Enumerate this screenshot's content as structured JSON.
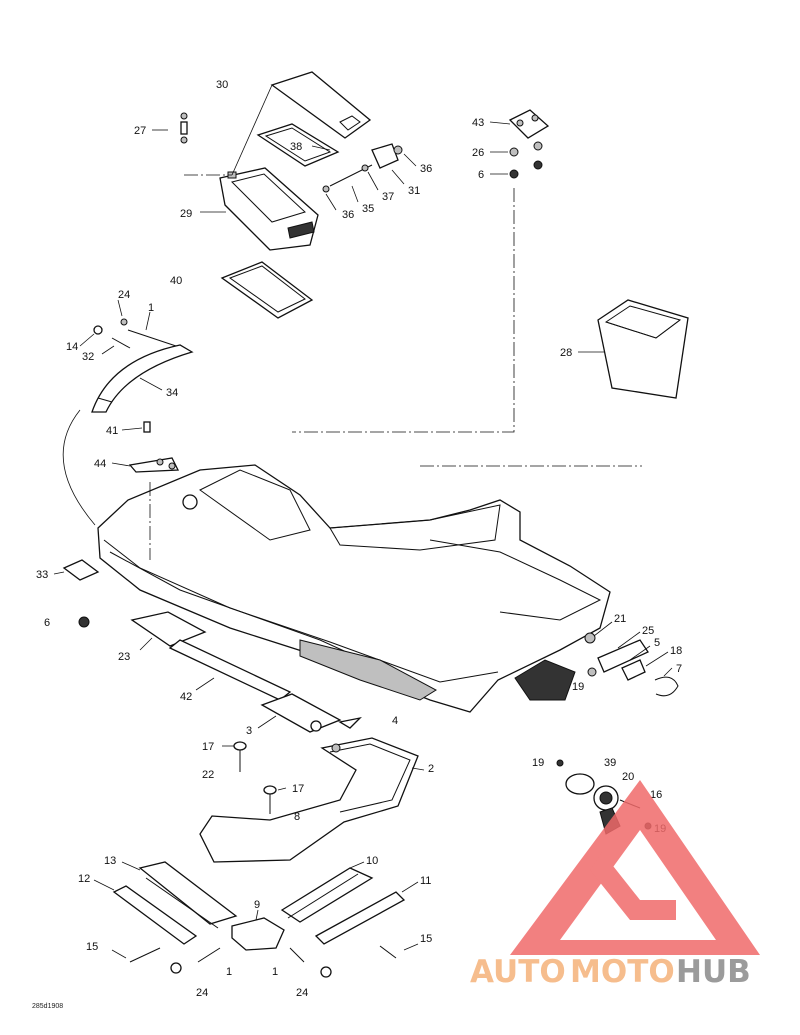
{
  "drawing_code": "285d1908",
  "watermark": {
    "word1": "AUTO",
    "word2": "MOTO",
    "word3": "HUB",
    "color_orange": "#f5b27a",
    "color_red": "#f06a6a",
    "color_grey": "#8a8a8a"
  },
  "labels": [
    "30",
    "27",
    "38",
    "36",
    "31",
    "37",
    "35",
    "36",
    "29",
    "43",
    "26",
    "6",
    "40",
    "24",
    "1",
    "14",
    "32",
    "34",
    "28",
    "41",
    "44",
    "33",
    "6",
    "21",
    "25",
    "5",
    "18",
    "7",
    "19",
    "23",
    "42",
    "3",
    "4",
    "17",
    "22",
    "2",
    "17",
    "8",
    "19",
    "39",
    "20",
    "16",
    "19",
    "13",
    "10",
    "12",
    "11",
    "9",
    "15",
    "15",
    "1",
    "1",
    "24",
    "24"
  ]
}
